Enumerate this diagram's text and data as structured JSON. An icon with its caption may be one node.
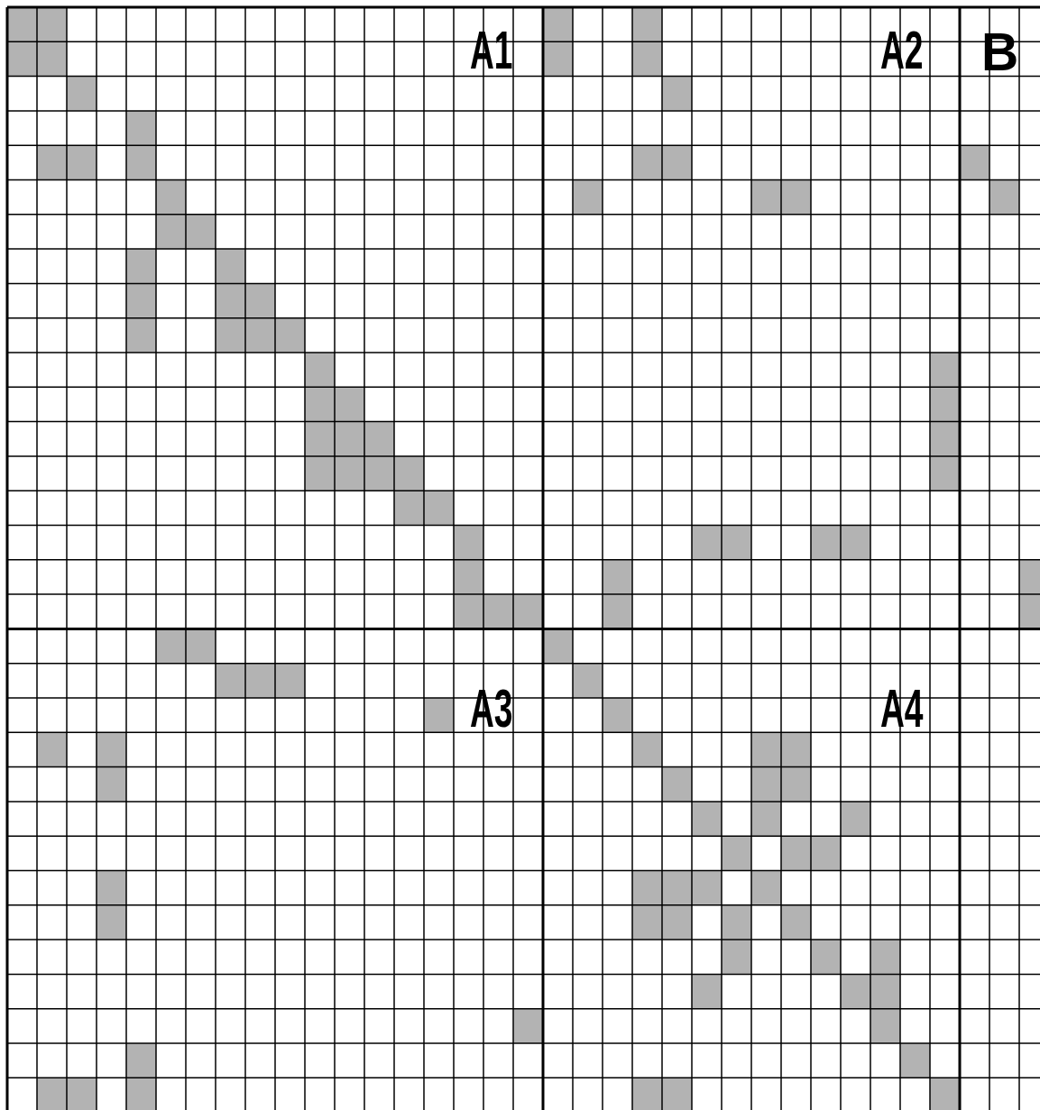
{
  "diagram": {
    "labels": [
      "A1",
      "A2",
      "B",
      "A3",
      "A4"
    ]
  }
}
